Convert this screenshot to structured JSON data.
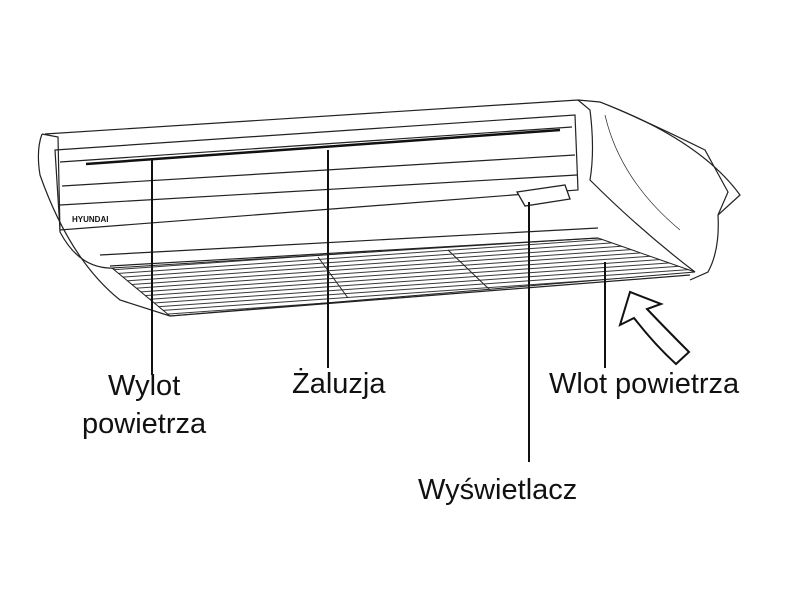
{
  "brand_logo": "HYUNDAI",
  "labels": {
    "air_outlet_line1": "Wylot",
    "air_outlet_line2": "powietrza",
    "louver": "Żaluzja",
    "air_inlet": "Wlot powietrza",
    "display": "Wyświetlacz"
  }
}
